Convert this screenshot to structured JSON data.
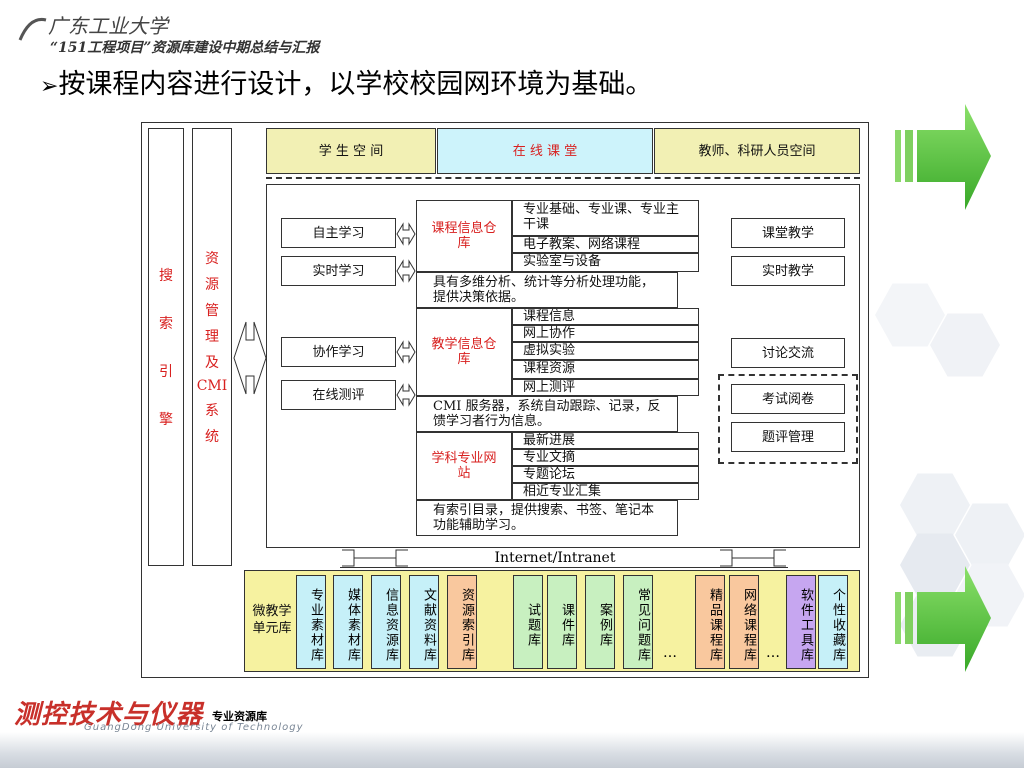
{
  "header": {
    "logo_text": "广东工业大学",
    "subtitle": "“151工程项目”资源库建设中期总结与汇报"
  },
  "main_title": "按课程内容进行设计，以学校校园网环境为基础。",
  "left_columns": {
    "search_engine": [
      "搜",
      "索",
      "引",
      "擎"
    ],
    "resource_mgmt": [
      "资",
      "源",
      "管",
      "理",
      "及",
      "CMI",
      "系",
      "统"
    ]
  },
  "top_bar": {
    "student_space": "学 生 空 间",
    "online_class": "在 线 课 堂",
    "teacher_space": "教师、科研人员空间"
  },
  "left_modes": {
    "self_study": "自主学习",
    "realtime_study": "实时学习",
    "collab_study": "协作学习",
    "online_eval": "在线测评"
  },
  "right_modes": {
    "class_teaching": "课堂教学",
    "realtime_teaching": "实时教学",
    "discussion": "讨论交流",
    "exam_marking": "考试阅卷",
    "question_mgmt": "题评管理"
  },
  "course_info_repo": {
    "label": "课程信息仓库",
    "items": [
      "专业基础、专业课、专业主干课",
      "电子教案、网络课程",
      "实验室与设备"
    ],
    "note": "具有多维分析、统计等分析处理功能，提供决策依据。"
  },
  "teaching_info_repo": {
    "label": "教学信息仓库",
    "items": [
      "课程信息",
      "网上协作",
      "虚拟实验",
      "课程资源",
      "网上测评"
    ],
    "note": "CMI 服务器，系统自动跟踪、记录，反馈学习者行为信息。"
  },
  "discipline_site": {
    "label": "学科专业网站",
    "items": [
      "最新进展",
      "专业文摘",
      "专题论坛",
      "相近专业汇集"
    ],
    "note": "有索引目录，提供搜索、书签、笔记本功能辅助学习。"
  },
  "network_label": "Internet/Intranet",
  "bottom_libs": {
    "micro_unit": "微教学单元库",
    "columns": [
      {
        "text": "专业素材库",
        "color": "#c6f0f8"
      },
      {
        "text": "媒体素材库",
        "color": "#c6f0f8"
      },
      {
        "text": "信息资源库",
        "color": "#c6f0f8"
      },
      {
        "text": "文献资料库",
        "color": "#c6f0f8"
      },
      {
        "text": "资源索引库",
        "color": "#f9c89e"
      },
      {
        "text": "试题库",
        "color": "#c8f0c0"
      },
      {
        "text": "课件库",
        "color": "#c8f0c0"
      },
      {
        "text": "案例库",
        "color": "#c8f0c0"
      },
      {
        "text": "常见问题库",
        "color": "#c8f0c0"
      },
      {
        "text": "精品课程库",
        "color": "#f9c89e"
      },
      {
        "text": "网络课程库",
        "color": "#f9c89e"
      },
      {
        "text": "软件工具库",
        "color": "#c6a6f0"
      },
      {
        "text": "个性收藏库",
        "color": "#c6f0f8"
      }
    ],
    "ellipsis": "…"
  },
  "footer": {
    "brand_text": "测控技术与仪器",
    "brand_suffix": "专业资源库",
    "university_en": "GuangDong University of Technology"
  }
}
